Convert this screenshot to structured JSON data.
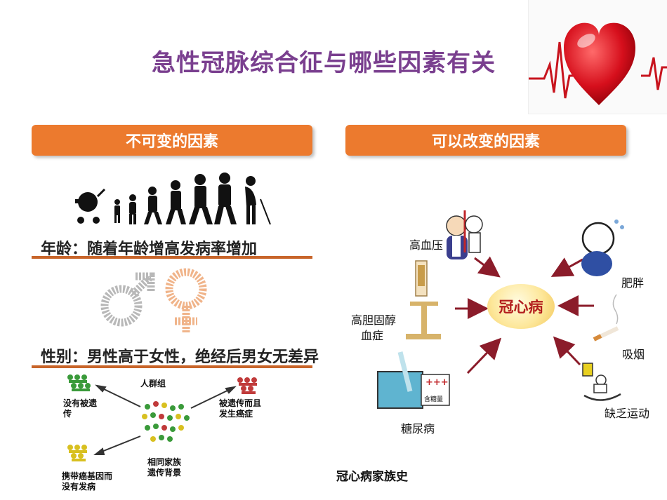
{
  "title": "急性冠脉综合征与哪些因素有关",
  "left_header": "不可变的因素",
  "right_header": "可以改变的因素",
  "age_text": "年龄：随着年龄增高发病率增加",
  "sex_text": "性别：男性高于女性，绝经后男女无差异",
  "family_labels": {
    "group": "人群组",
    "no_inherit": [
      "没有被遗",
      "传"
    ],
    "inherit_sick": [
      "被遗传而且",
      "发生癌症"
    ],
    "carrier": [
      "携带癌基因而",
      "没有发病"
    ],
    "same_family": [
      "相同家族",
      "遗传背景"
    ]
  },
  "center": "冠心病",
  "factors": {
    "hypertension": "高血压",
    "cholesterol": [
      "高胆固醇",
      "血症"
    ],
    "diabetes": "糖尿病",
    "obesity": "肥胖",
    "smoking": "吸烟",
    "exercise": "缺乏运动"
  },
  "glucose_sign": {
    "plus": "+++",
    "label": "含糖量"
  },
  "caption": "冠心病家族史",
  "colors": {
    "title": "#7a3f8f",
    "band": "#ec7a2e",
    "rule": "#c8652a",
    "arrow": "#8b1c2a"
  }
}
